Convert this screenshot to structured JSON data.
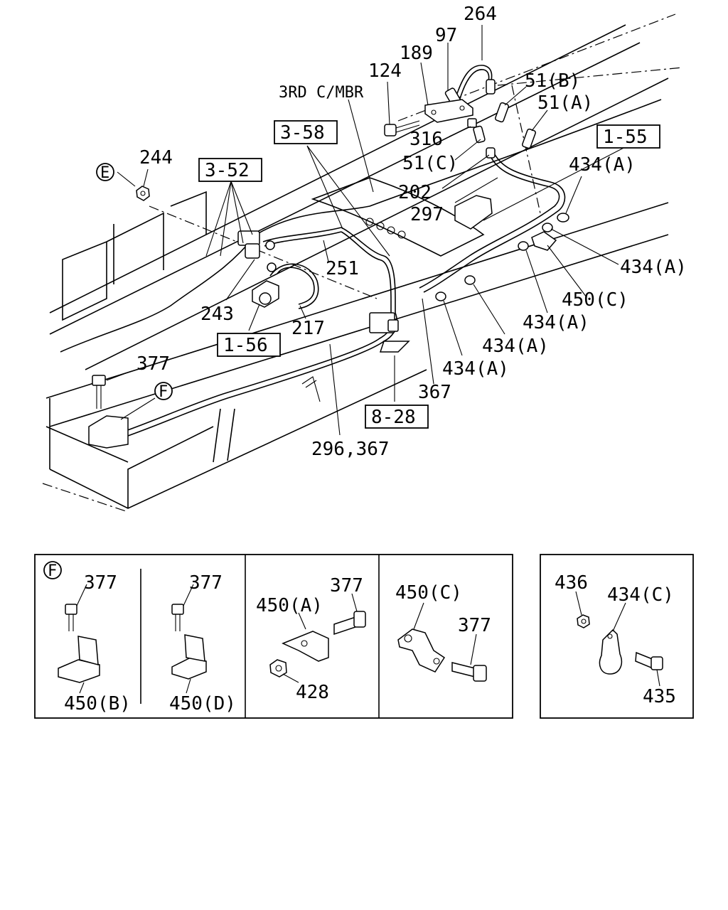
{
  "callouts": {
    "p264": "264",
    "p97": "97",
    "p189": "189",
    "p124": "124",
    "p51b": "51(B)",
    "p51a": "51(A)",
    "p3rd": "3RD C/MBR",
    "p316": "316",
    "p51c": "51(C)",
    "p202": "202",
    "p297": "297",
    "p244": "244",
    "p251": "251",
    "p243": "243",
    "p217": "217",
    "p434a_1": "434(A)",
    "p434a_2": "434(A)",
    "p434a_3": "434(A)",
    "p434a_4": "434(A)",
    "p434a_5": "434(A)",
    "p450c": "450(C)",
    "p367": "367",
    "p377": "377",
    "p296": "296,367"
  },
  "refs": {
    "r358": "3-58",
    "r352": "3-52",
    "r155": "1-55",
    "r156": "1-56",
    "r828": "8-28"
  },
  "circles": {
    "e": "E",
    "f": "F"
  },
  "details": {
    "panel_f": {
      "marker": "F",
      "left": {
        "bolt": "377",
        "bracket": "450(B)"
      },
      "right": {
        "bolt": "377",
        "bracket": "450(D)"
      }
    },
    "panel_450a": {
      "bracket": "450(A)",
      "bolt": "377",
      "nut": "428"
    },
    "panel_450c": {
      "bracket": "450(C)",
      "bolt": "377"
    },
    "panel_434c": {
      "nut": "436",
      "clip": "434(C)",
      "bolt": "435"
    }
  }
}
